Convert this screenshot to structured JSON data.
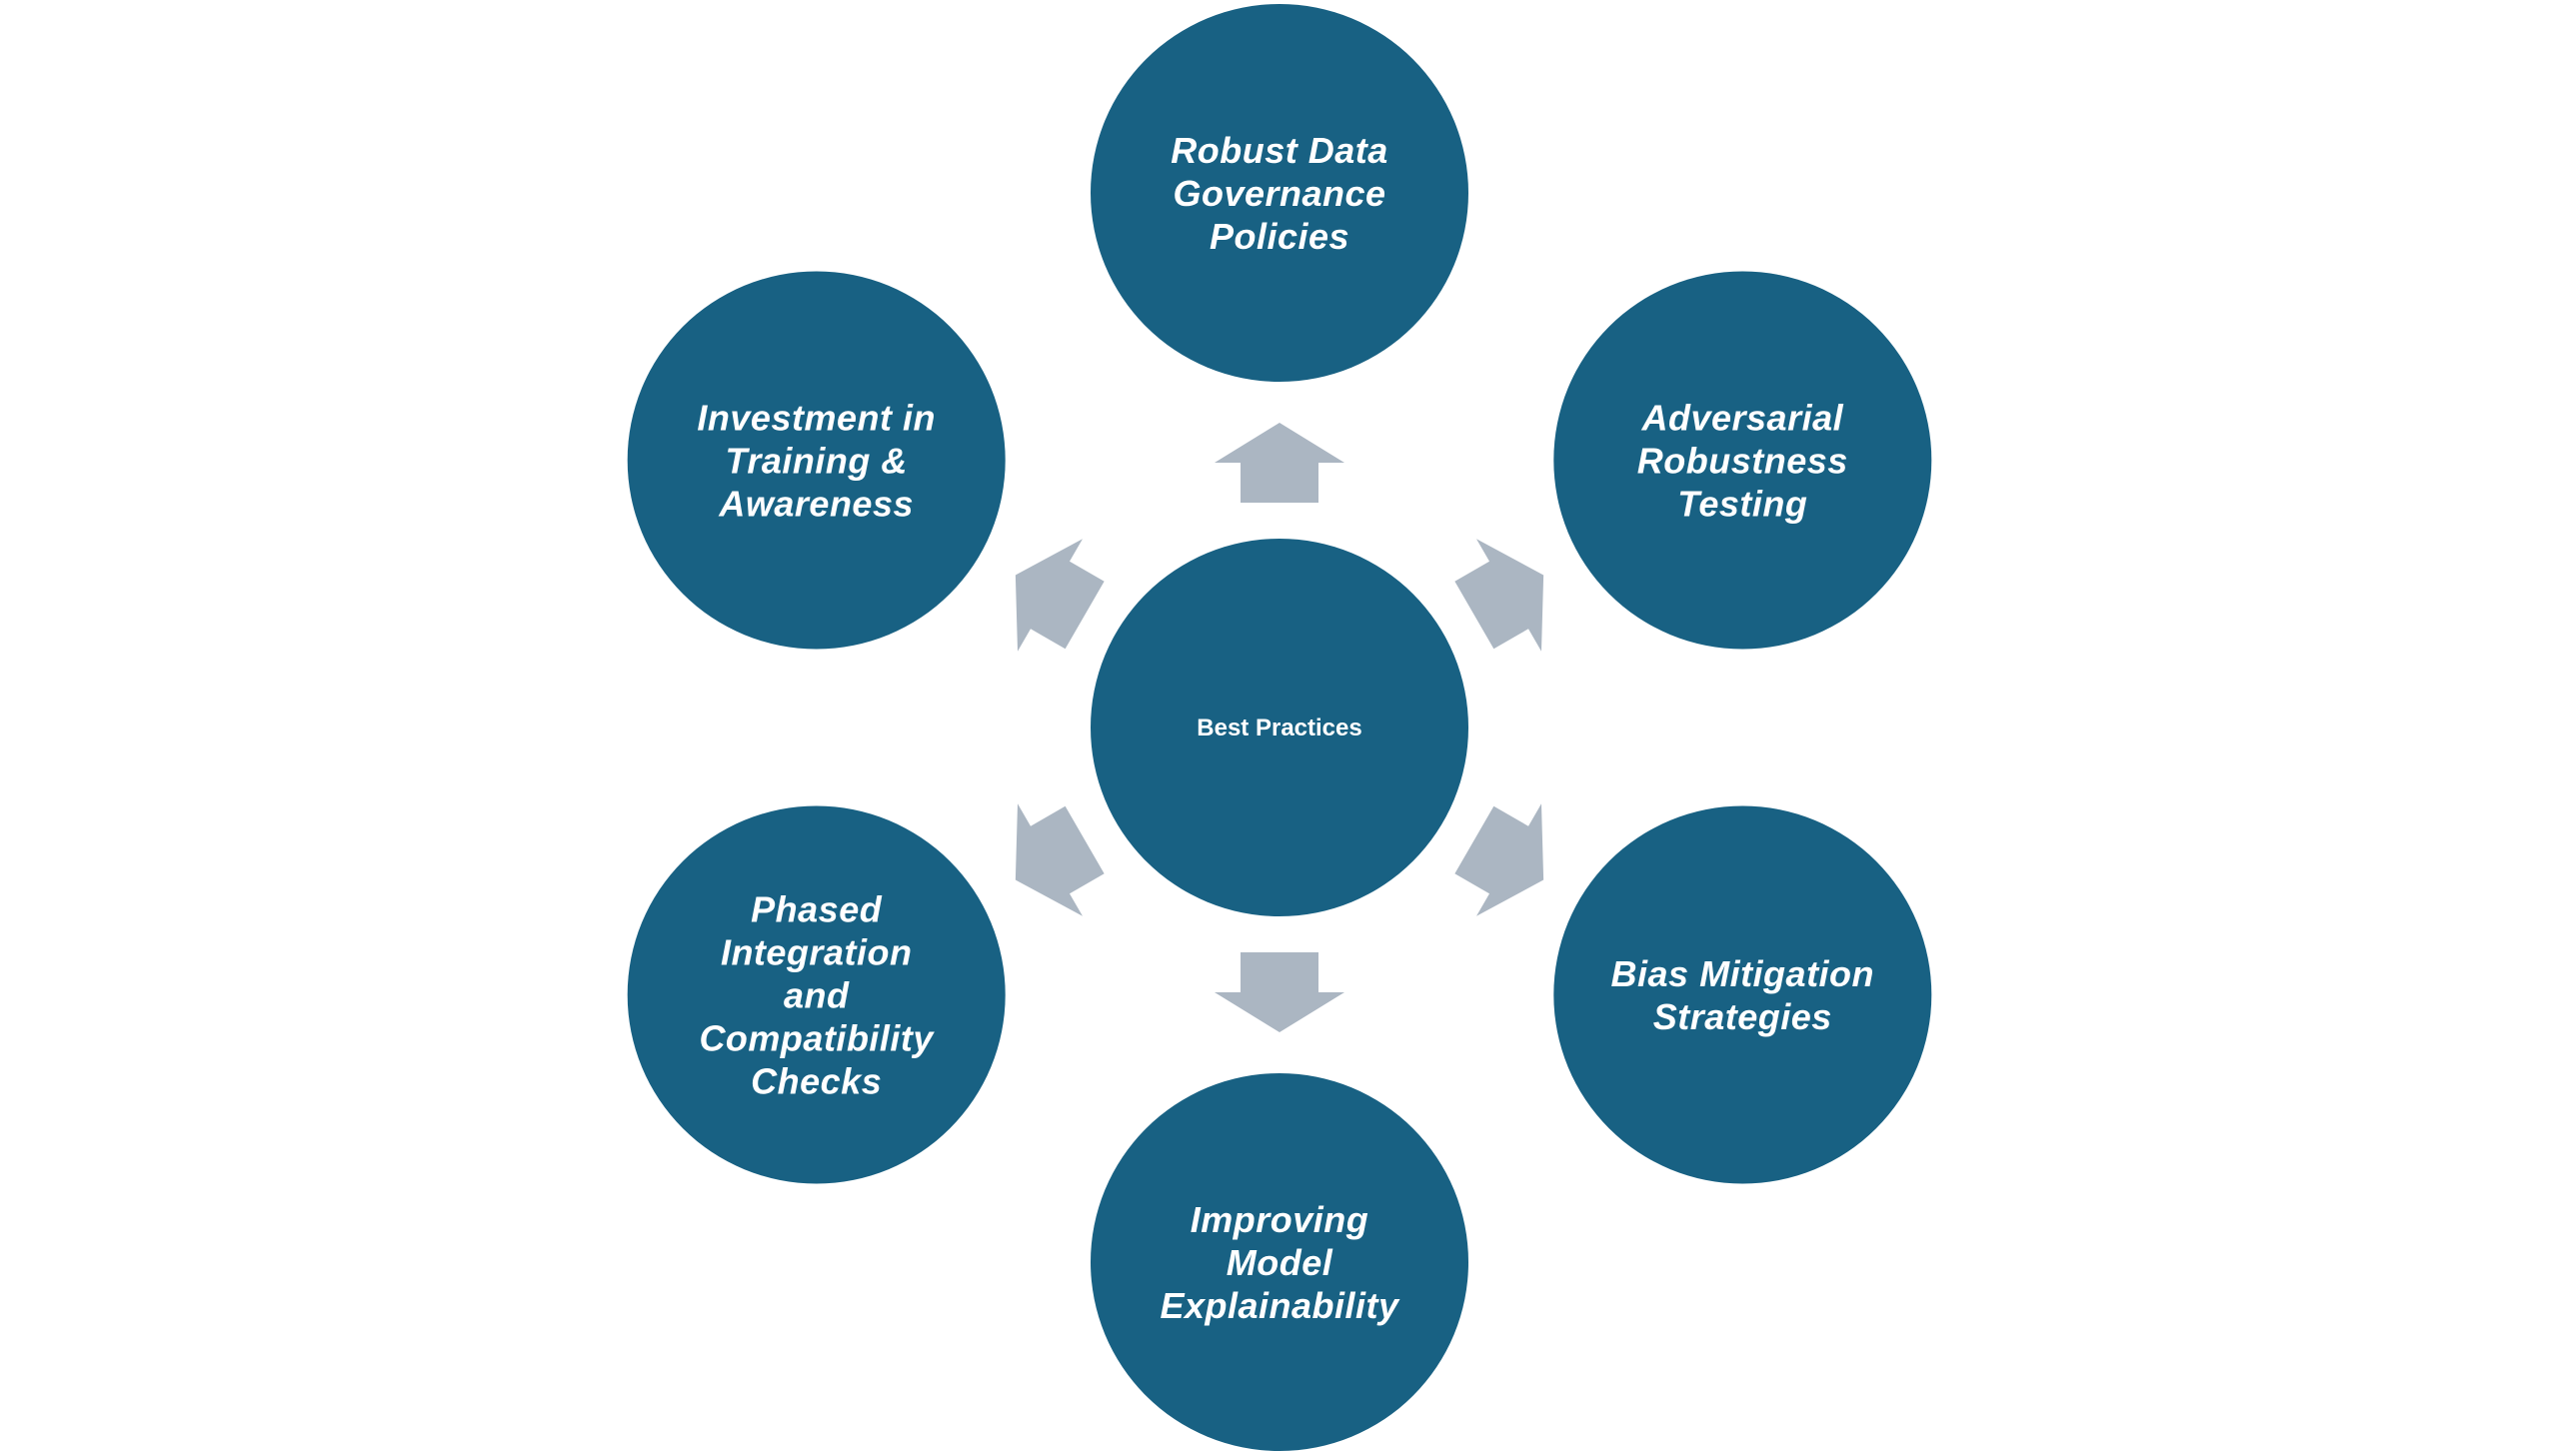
{
  "colors": {
    "circle_fill": "#186183",
    "arrow_fill": "#ABB6C2",
    "text": "#FFFFFF",
    "background": "#FFFFFF"
  },
  "center": {
    "label": "Best Practices"
  },
  "nodes": [
    {
      "id": "robust-data-governance",
      "lines": [
        "Robust Data",
        "Governance",
        "Policies"
      ],
      "direction": "top"
    },
    {
      "id": "adversarial-robustness",
      "lines": [
        "Adversarial",
        "Robustness",
        "Testing"
      ],
      "direction": "top-right"
    },
    {
      "id": "bias-mitigation",
      "lines": [
        "Bias Mitigation",
        "Strategies"
      ],
      "direction": "bottom-right"
    },
    {
      "id": "model-explainability",
      "lines": [
        "Improving",
        "Model",
        "Explainability"
      ],
      "direction": "bottom"
    },
    {
      "id": "phased-integration",
      "lines": [
        "Phased",
        "Integration",
        "and",
        "Compatibility",
        "Checks"
      ],
      "direction": "bottom-left"
    },
    {
      "id": "training-awareness",
      "lines": [
        "Investment in",
        "Training &",
        "Awareness"
      ],
      "direction": "top-left"
    }
  ]
}
